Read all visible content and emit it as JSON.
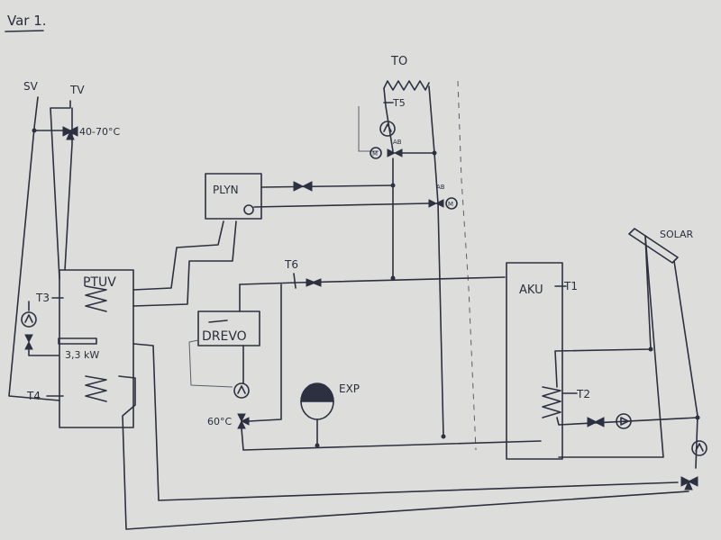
{
  "header": {
    "title": "Var 1."
  },
  "components": {
    "sv": "SV",
    "tv": "TV",
    "to": "TO",
    "mix_temp": "40-70°C",
    "plyn": "PLYN",
    "ptuv": "PTUV",
    "drevo": "DREVO",
    "akv": "AKU",
    "solar": "SOLAR",
    "exp": "EXP",
    "heater": "3,3 kW",
    "valve_temp": "60°C",
    "ab_top": "AB",
    "ab_mid": "AB"
  },
  "sensors": {
    "t1": "T1",
    "t2": "T2",
    "t3": "T3",
    "t4": "T4",
    "t5": "T5",
    "t6": "T6"
  },
  "colors": {
    "paper": "#d9dbd8",
    "ink": "#2c3040"
  }
}
